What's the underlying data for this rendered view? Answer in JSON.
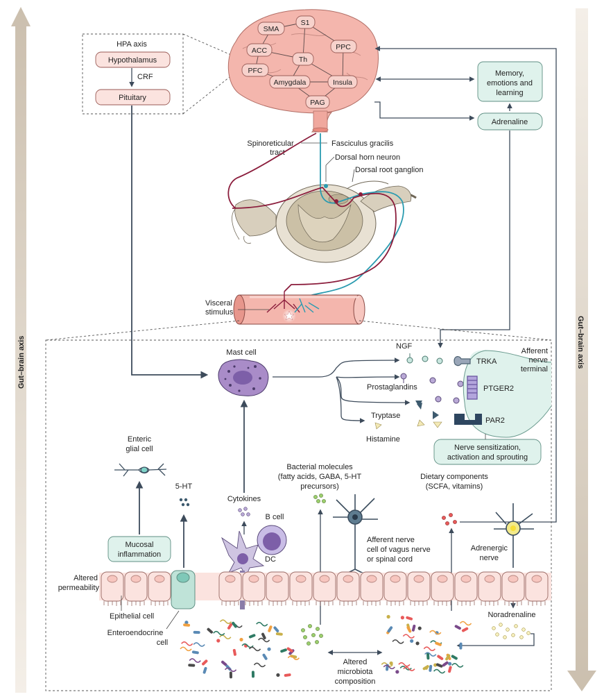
{
  "axis": {
    "left_label": "Gut–brain axis",
    "right_label": "Gut–brain axis"
  },
  "hpa": {
    "title": "HPA axis",
    "hypothalamus": "Hypothalamus",
    "crf": "CRF",
    "pituitary": "Pituitary"
  },
  "brain_regions": [
    "SMA",
    "S1",
    "ACC",
    "PPC",
    "Th",
    "PFC",
    "Amygdala",
    "Insula",
    "PAG"
  ],
  "memory": {
    "line1": "Memory,",
    "line2": "emotions and",
    "line3": "learning"
  },
  "adrenaline": "Adrenaline",
  "spine": {
    "spinoreticular_1": "Spinoreticular",
    "spinoreticular_2": "tract",
    "fasciculus": "Fasciculus gracilis",
    "dorsal_horn": "Dorsal horn neuron",
    "drg": "Dorsal root ganglion"
  },
  "visceral": {
    "line1": "Visceral",
    "line2": "stimulus"
  },
  "mast_cell": "Mast cell",
  "mediators": {
    "ngf": "NGF",
    "prostaglandins": "Prostaglandins",
    "tryptase": "Tryptase",
    "histamine": "Histamine"
  },
  "nerve_terminal": {
    "line1": "Afferent",
    "line2": "nerve",
    "line3": "terminal",
    "trka": "TRKA",
    "ptger2": "PTGER2",
    "par2": "PAR2"
  },
  "sensitization": {
    "line1": "Nerve sensitization,",
    "line2": "activation and sprouting"
  },
  "enteric_glial": {
    "line1": "Enteric",
    "line2": "glial cell"
  },
  "ht5": "5-HT",
  "cytokines": "Cytokines",
  "bacterial": {
    "line1": "Bacterial molecules",
    "line2": "(fatty acids, GABA, 5-HT",
    "line3": "precursors)"
  },
  "dietary": {
    "line1": "Dietary components",
    "line2": "(SCFA, vitamins)"
  },
  "mucosal": {
    "line1": "Mucosal",
    "line2": "inflammation"
  },
  "b_cell": "B cell",
  "dc": "DC",
  "afferent_vagus": {
    "line1": "Afferent nerve",
    "line2": "cell of vagus nerve",
    "line3": "or spinal cord"
  },
  "adrenergic": {
    "line1": "Adrenergic",
    "line2": "nerve"
  },
  "altered_perm": {
    "line1": "Altered",
    "line2": "permeability"
  },
  "epithelial": "Epithelial cell",
  "enteroendocrine": {
    "line1": "Enteroendocrine",
    "line2": "cell"
  },
  "noradrenaline": "Noradrenaline",
  "microbiota": {
    "line1": "Altered",
    "line2": "microbiota",
    "line3": "composition"
  },
  "colors": {
    "axis_arrow": "#d9cfc1",
    "brain": "#f4b6ad",
    "box_pink": "#fbe3df",
    "box_green": "#dff2ec",
    "neuron_red": "#8b1d3c",
    "neuron_teal": "#2a9bb0"
  }
}
